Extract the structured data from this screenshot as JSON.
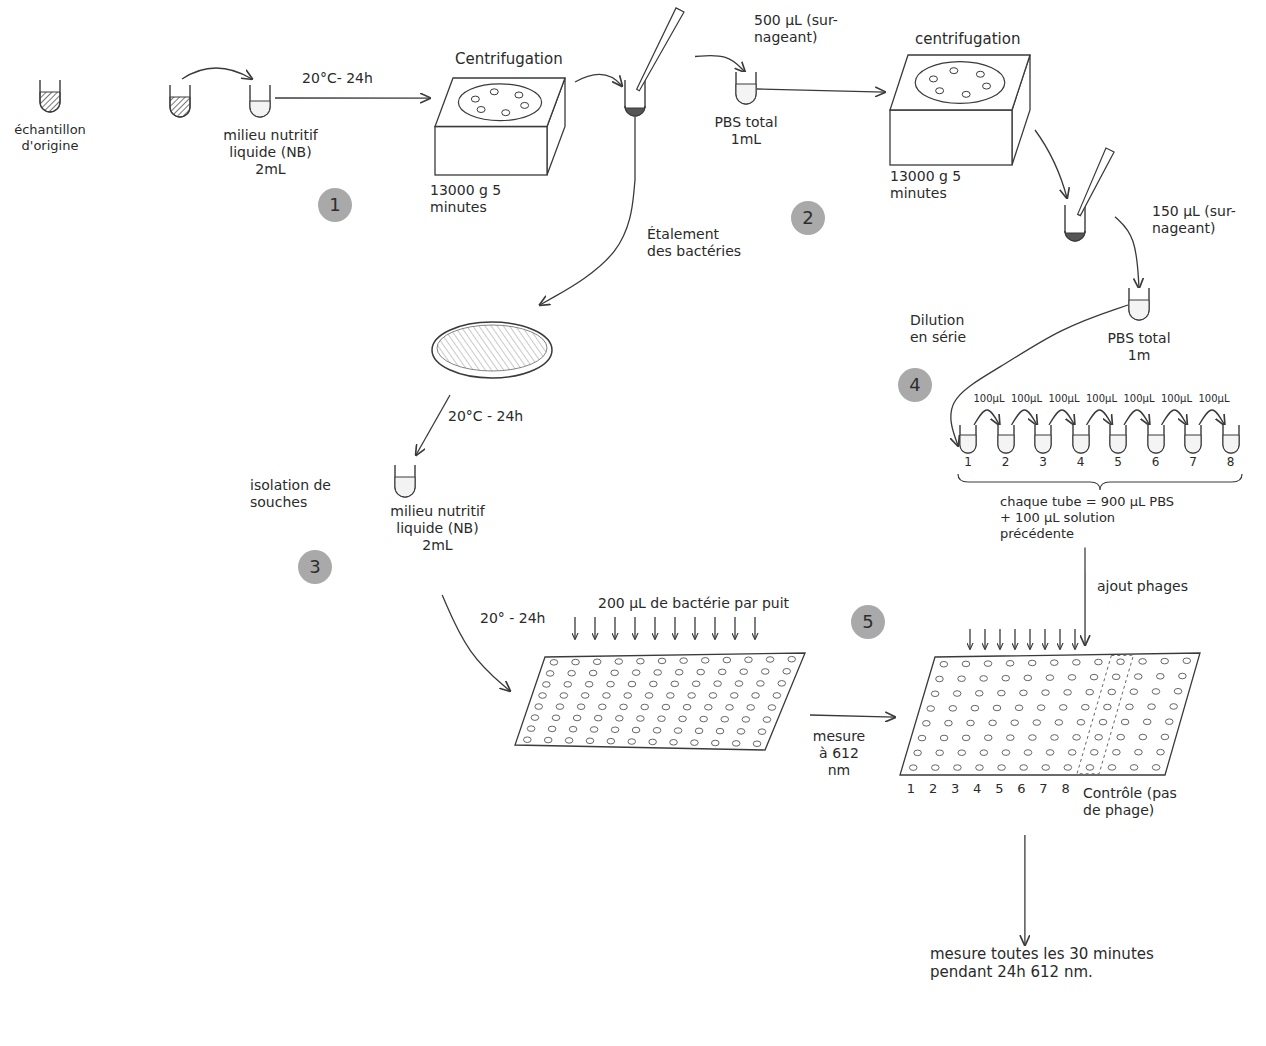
{
  "diagram": {
    "nodes": [
      {
        "text": [
          "échantillon d'origine"
        ]
      },
      {
        "text": [
          "milieu nutritif liquide (NB) 2mL"
        ]
      },
      {
        "text": [
          "Centrifugation",
          "13000 g 5 minutes"
        ]
      },
      {
        "text": [
          "PBS total 1mL"
        ]
      },
      {
        "text": [
          "centrifugation",
          "13000 g 5 minutes"
        ]
      },
      {
        "text": [
          "PBS total 1m"
        ]
      },
      {
        "text": [
          "Dilution en série",
          "chaque tube = 900 µL PBS + 100 µL solution précédente"
        ]
      },
      {
        "text": [
          "1"
        ],
        "in": 6
      },
      {
        "text": [
          "2"
        ],
        "in": 6
      },
      {
        "text": [
          "3"
        ],
        "in": 6
      },
      {
        "text": [
          "4"
        ],
        "in": 6
      },
      {
        "text": [
          "5"
        ],
        "in": 6
      },
      {
        "text": [
          "6"
        ],
        "in": 6
      },
      {
        "text": [
          "7"
        ],
        "in": 6
      },
      {
        "text": [
          "8"
        ],
        "in": 6
      },
      {
        "text": [
          "isolation de souches",
          "milieu nutritif liquide (NB) 2mL"
        ]
      },
      {
        "text": [
          "200 µL de bactérie par puit"
        ]
      },
      {
        "text": [
          "Contrôle (pas de phage)"
        ]
      },
      {
        "text": [
          "mesure toutes les 30 minutes pendant 24h 612 nm."
        ]
      }
    ],
    "edges": [
      {
        "from": 1,
        "to": 2,
        "arrow": "to",
        "label": "20°C- 24h"
      },
      {
        "from": 2,
        "to": 3,
        "arrow": "to",
        "label": "500 µL (sur-nageant)"
      },
      {
        "from": 3,
        "to": 4,
        "arrow": "to"
      },
      {
        "from": 4,
        "to": 5,
        "arrow": "to",
        "label": "150 µL (sur-nageant)"
      },
      {
        "from": 5,
        "to": 7,
        "arrow": "to"
      },
      {
        "from": 7,
        "to": 8,
        "arrow": "to",
        "label": "100µL"
      },
      {
        "from": 8,
        "to": 9,
        "arrow": "to",
        "label": "100µL"
      },
      {
        "from": 9,
        "to": 10,
        "arrow": "to",
        "label": "100µL"
      },
      {
        "from": 10,
        "to": 11,
        "arrow": "to",
        "label": "100µL"
      },
      {
        "from": 11,
        "to": 12,
        "arrow": "to",
        "label": "100µL"
      },
      {
        "from": 12,
        "to": 13,
        "arrow": "to",
        "label": "100µL"
      },
      {
        "from": 13,
        "to": 14,
        "arrow": "to",
        "label": "100µL"
      },
      {
        "from": 2,
        "to": 15,
        "arrow": "to",
        "label": "Étalement des bactéries"
      },
      {
        "from": 15,
        "to": 16,
        "arrow": "to",
        "label": "20° - 24h"
      },
      {
        "from": 16,
        "to": 17,
        "arrow": "to",
        "label": "mesure à 612 nm"
      },
      {
        "from": 6,
        "to": 17,
        "arrow": "to",
        "label": "ajout phages"
      },
      {
        "from": 17,
        "to": 18,
        "arrow": "to"
      }
    ],
    "labels": [
      "1",
      "2",
      "3",
      "20°C - 24h",
      "4",
      "5",
      "1",
      "2",
      "3",
      "4",
      "5",
      "6",
      "7",
      "8"
    ]
  }
}
